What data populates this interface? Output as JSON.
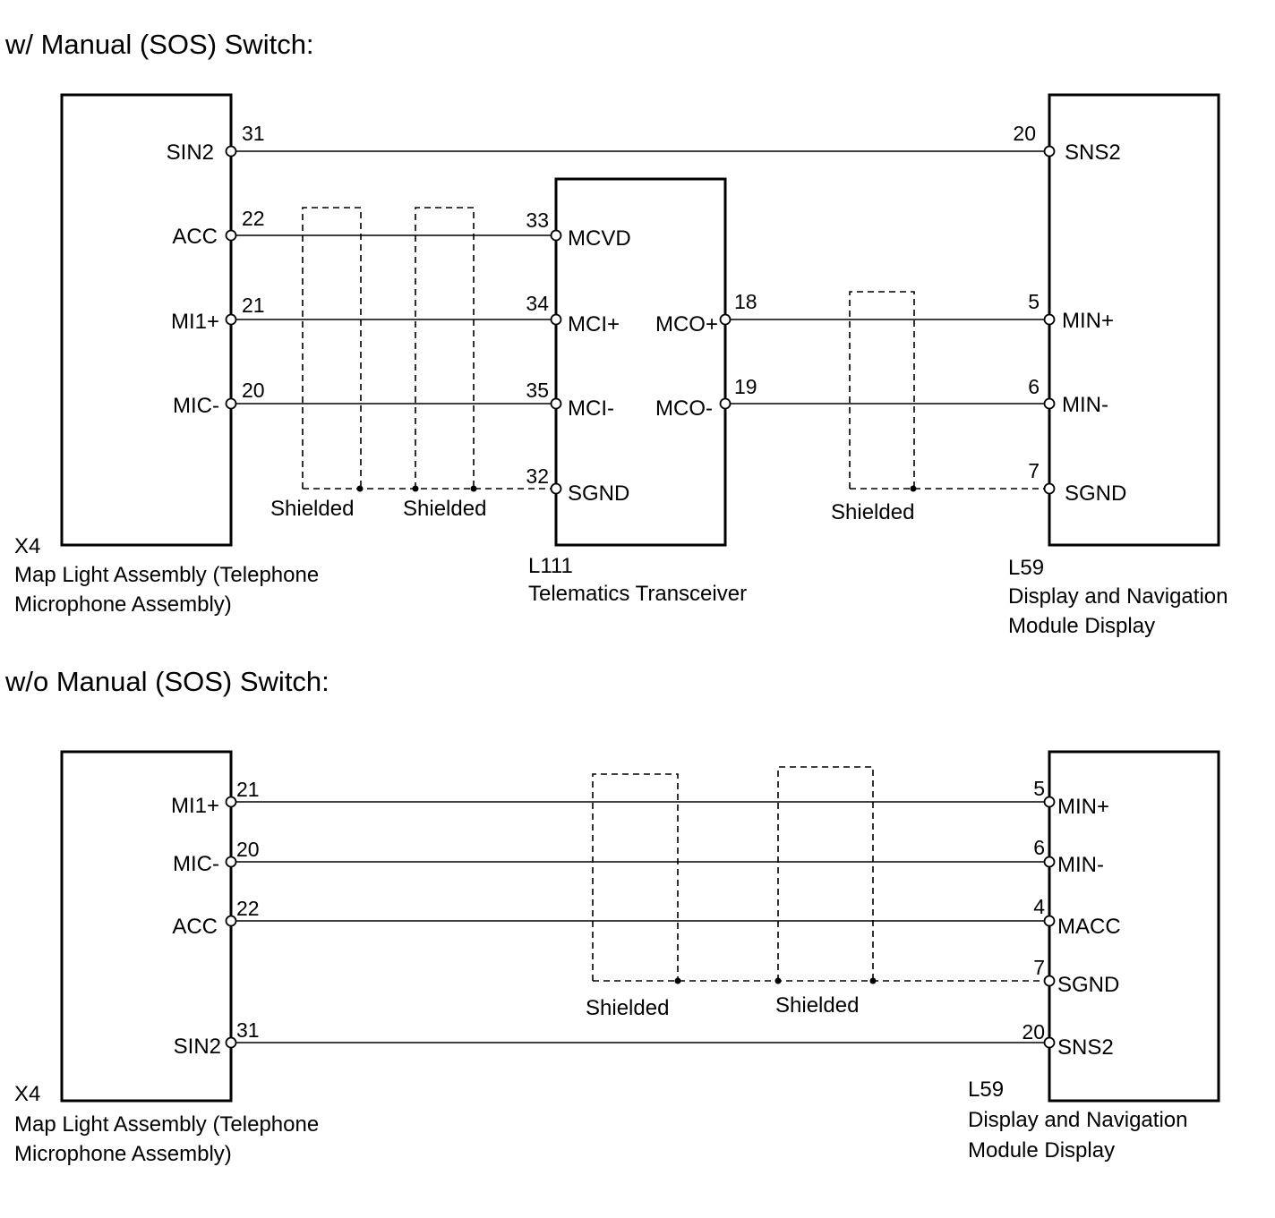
{
  "sections": [
    {
      "title": "w/ Manual (SOS) Switch:",
      "components": {
        "x4": {
          "id": "X4",
          "name_line1": "Map Light Assembly (Telephone",
          "name_line2": "Microphone Assembly)"
        },
        "l111": {
          "id": "L111",
          "name_line1": "Telematics Transceiver"
        },
        "l59": {
          "id": "L59",
          "name_line1": "Display and Navigation",
          "name_line2": "Module Display"
        }
      },
      "pins": {
        "x4_sin2": {
          "name": "SIN2",
          "num": "31"
        },
        "x4_acc": {
          "name": "ACC",
          "num": "22"
        },
        "x4_mi1p": {
          "name": "MI1+",
          "num": "21"
        },
        "x4_micm": {
          "name": "MIC-",
          "num": "20"
        },
        "l111_mcvd": {
          "name": "MCVD",
          "num": "33"
        },
        "l111_mcip": {
          "name": "MCI+",
          "num": "34"
        },
        "l111_mcim": {
          "name": "MCI-",
          "num": "35"
        },
        "l111_sgnd": {
          "name": "SGND",
          "num": "32"
        },
        "l111_mcop": {
          "name": "MCO+",
          "num": "18"
        },
        "l111_mcom": {
          "name": "MCO-",
          "num": "19"
        },
        "l59_sns2": {
          "name": "SNS2",
          "num": "20"
        },
        "l59_minp": {
          "name": "MIN+",
          "num": "5"
        },
        "l59_minm": {
          "name": "MIN-",
          "num": "6"
        },
        "l59_sgnd": {
          "name": "SGND",
          "num": "7"
        }
      },
      "shields": [
        "Shielded",
        "Shielded",
        "Shielded"
      ]
    },
    {
      "title": "w/o Manual (SOS) Switch:",
      "components": {
        "x4": {
          "id": "X4",
          "name_line1": "Map Light Assembly (Telephone",
          "name_line2": "Microphone Assembly)"
        },
        "l59": {
          "id": "L59",
          "name_line1": "Display and Navigation",
          "name_line2": "Module Display"
        }
      },
      "pins": {
        "x4_mi1p": {
          "name": "MI1+",
          "num": "21"
        },
        "x4_micm": {
          "name": "MIC-",
          "num": "20"
        },
        "x4_acc": {
          "name": "ACC",
          "num": "22"
        },
        "x4_sin2": {
          "name": "SIN2",
          "num": "31"
        },
        "l59_minp": {
          "name": "MIN+",
          "num": "5"
        },
        "l59_minm": {
          "name": "MIN-",
          "num": "6"
        },
        "l59_macc": {
          "name": "MACC",
          "num": "4"
        },
        "l59_sgnd": {
          "name": "SGND",
          "num": "7"
        },
        "l59_sns2": {
          "name": "SNS2",
          "num": "20"
        }
      },
      "shields": [
        "Shielded",
        "Shielded"
      ]
    }
  ]
}
